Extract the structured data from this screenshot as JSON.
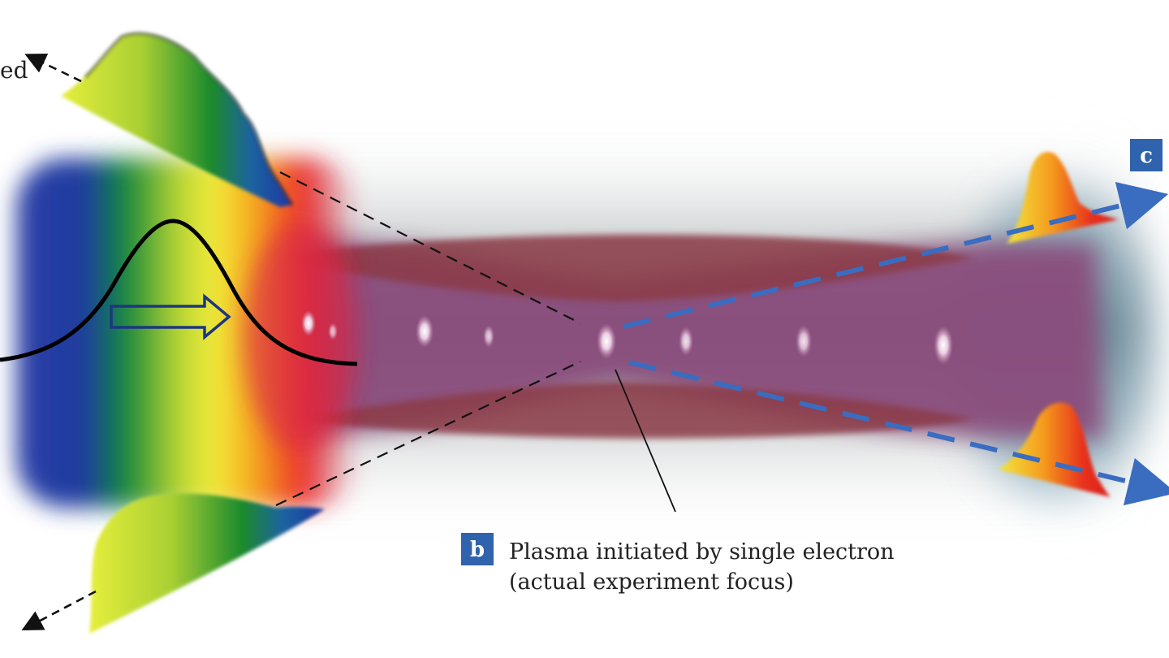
{
  "labels": {
    "top_left_fragment": "ed",
    "badge_b": "b",
    "badge_c": "c",
    "caption_line1": "Plasma initiated by single electron",
    "caption_line2": "(actual experiment focus)"
  },
  "colors": {
    "badge_fill": "#2f63ad",
    "scatter_arrow": "#3a6cc0",
    "plasma_violet": "#8a4d7d",
    "plasma_red": "#8b3a46",
    "beam_outline": "#000000"
  }
}
